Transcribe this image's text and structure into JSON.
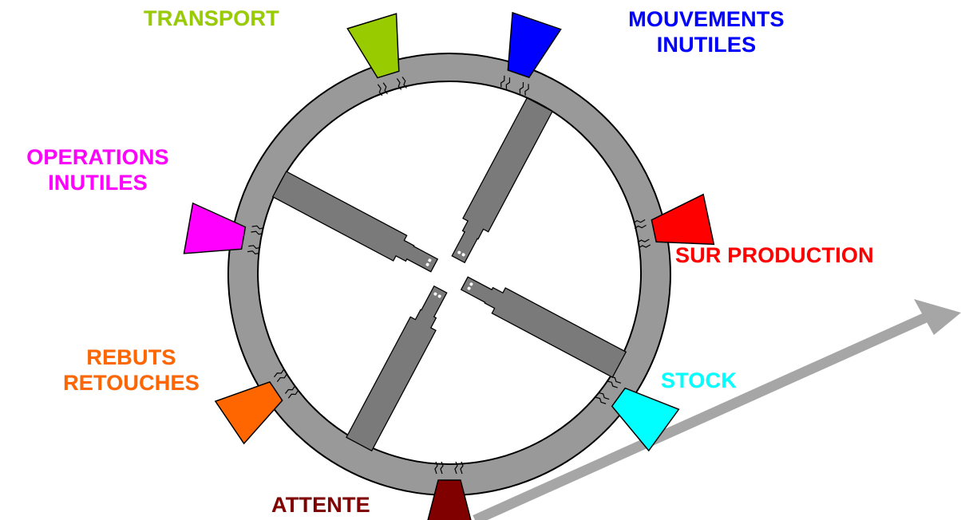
{
  "labels": {
    "transport": {
      "lines": [
        "TRANSPORT"
      ],
      "color": "#99cc00"
    },
    "mouvements": {
      "lines": [
        "MOUVEMENTS",
        "INUTILES"
      ],
      "color": "#0000ff"
    },
    "operations": {
      "lines": [
        "OPERATIONS",
        "INUTILES"
      ],
      "color": "#ff00ff"
    },
    "surproduction": {
      "lines": [
        "SUR PRODUCTION"
      ],
      "color": "#ff0000"
    },
    "rebuts": {
      "lines": [
        "REBUTS",
        "RETOUCHES"
      ],
      "color": "#ff6600"
    },
    "stock": {
      "lines": [
        "STOCK"
      ],
      "color": "#00ffff"
    },
    "attente": {
      "lines": [
        "ATTENTE"
      ],
      "color": "#800000"
    }
  },
  "colors": {
    "ring": "#999999",
    "spoke": "#7a7a7a",
    "arrow": "#a6a6a6",
    "outline": "#000000"
  }
}
